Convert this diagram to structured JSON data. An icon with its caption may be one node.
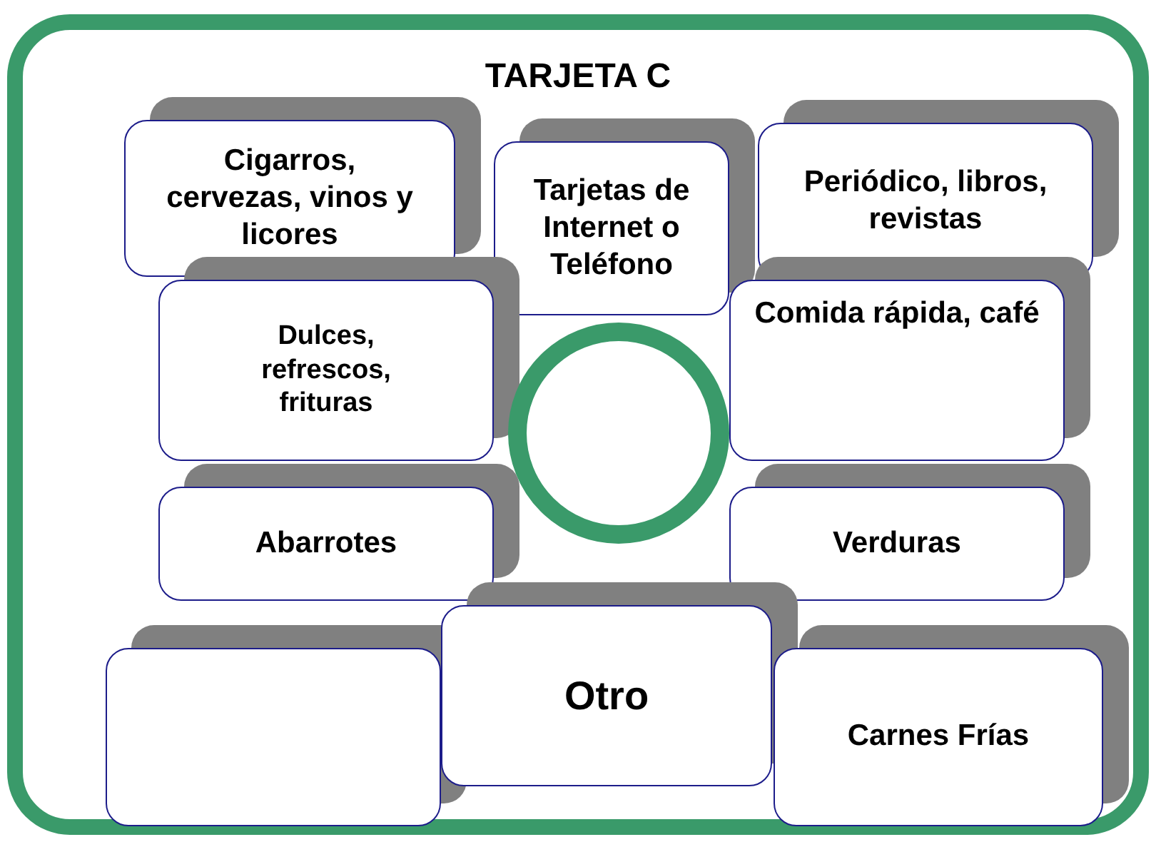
{
  "diagram": {
    "nodes": [
      {
        "text": [
          "TARJETA C"
        ]
      },
      {
        "text": [
          "Cigarros, cervezas, vinos y licores"
        ],
        "in": 0
      },
      {
        "text": [
          "Tarjetas de Internet o Teléfono"
        ],
        "in": 0
      },
      {
        "text": [
          "Periódico, libros, revistas"
        ],
        "in": 0
      },
      {
        "text": [
          "Dulces, refrescos, frituras"
        ],
        "in": 0
      },
      {
        "text": [
          "Comida rápida, café"
        ],
        "in": 0
      },
      {
        "text": [],
        "shape": "circle",
        "in": 0
      },
      {
        "text": [
          "Abarrotes"
        ],
        "in": 0
      },
      {
        "text": [
          "Verduras"
        ],
        "in": 0
      },
      {
        "text": [],
        "shape": "box",
        "in": 0
      },
      {
        "text": [
          "Otro"
        ],
        "in": 0
      },
      {
        "text": [
          "Carnes Frías"
        ],
        "in": 0
      }
    ]
  }
}
